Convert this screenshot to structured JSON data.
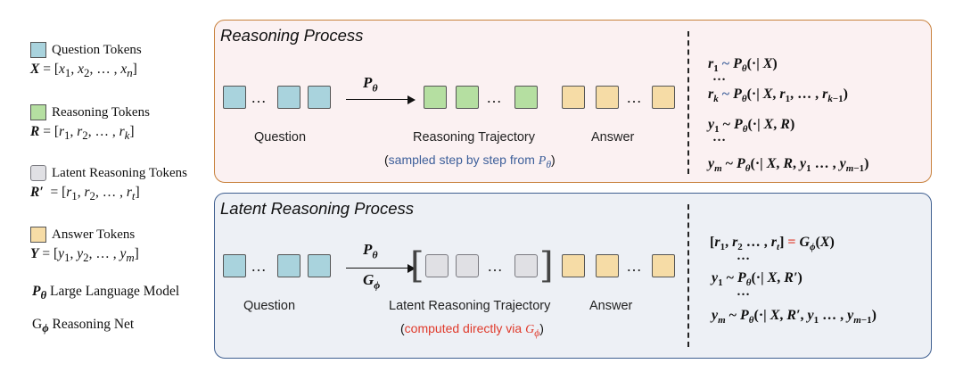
{
  "legend": {
    "question": {
      "label": "Question Tokens",
      "formula": "X = [x1, x2, …, xn]",
      "color": "#a9d3dd"
    },
    "reasoning": {
      "label": "Reasoning Tokens",
      "formula": "R = [r1, r2, …, rk]",
      "color": "#b5dfa1"
    },
    "latent": {
      "label": "Latent Reasoning Tokens",
      "formula": "R′ = [r1, r2, …, rt]",
      "color": "#e0e0e4"
    },
    "answer": {
      "label": "Answer Tokens",
      "formula": "Y = [y1, y2, …, ym]",
      "color": "#f6dca6"
    },
    "model_text": "Large Language Model",
    "net_text": "Reasoning Net"
  },
  "top_panel": {
    "title": "Reasoning Process",
    "border_color": "#c8813c",
    "captions": {
      "question": "Question",
      "trajectory": "Reasoning Trajectory",
      "answer": "Answer"
    },
    "note_text": "sampled step by step from ",
    "note_color": "#3d5f9a",
    "equations": [
      "r1 ~ Pθ(·| X)",
      "rk ~ Pθ(·| X, r1, …, rk−1)",
      "y1 ~ Pθ(·| X, R)",
      "ym ~ Pθ(·| X, R, y1 …, ym−1)"
    ]
  },
  "bottom_panel": {
    "title": "Latent Reasoning Process",
    "border_color": "#3f5f90",
    "captions": {
      "question": "Question",
      "trajectory": "Latent Reasoning Trajectory",
      "answer": "Answer"
    },
    "note_text": "computed directly via ",
    "note_color": "#e03a2b",
    "equations": [
      "[r1, r2 …, rt] = Gϕ(X)",
      "y1 ~ Pθ(·| X, R′)",
      "ym ~ Pθ(·| X, R′, y1 …, ym−1)"
    ]
  }
}
